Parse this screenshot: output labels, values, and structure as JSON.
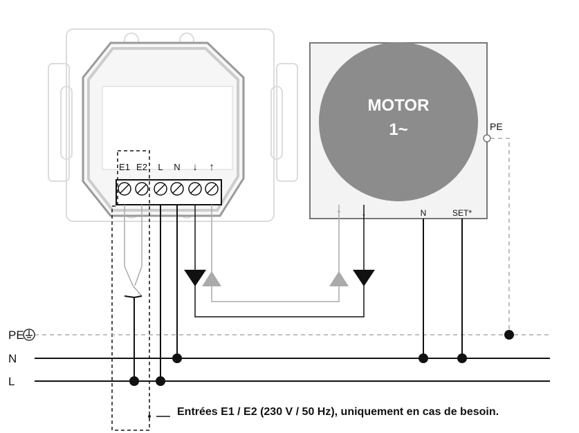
{
  "device": {
    "terminals": [
      "E1",
      "E2",
      "L",
      "N",
      "↓",
      "↑"
    ]
  },
  "motor": {
    "title": "MOTOR",
    "phase": "1~",
    "pe_label": "PE",
    "terminals": [
      "↑",
      "↓",
      "N",
      "SET*"
    ]
  },
  "lines": {
    "pe": "PE",
    "n": "N",
    "l": "L"
  },
  "note": "Entrées E1 / E2 (230 V / 50 Hz), uniquement en cas de besoin.",
  "colors": {
    "wire": "#111111",
    "wire_grey": "#aaaaaa",
    "motor_circle": "#8c8c8c",
    "motor_box": "#f3f3f3",
    "outline_faint": "#dcdcdc"
  }
}
